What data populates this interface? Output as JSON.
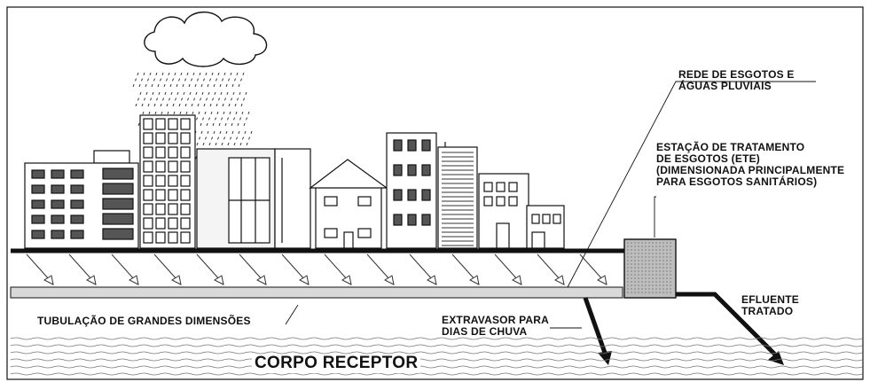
{
  "labels": {
    "sewer_network": "REDE DE ESGOTOS E\nÁGUAS PLUVIAIS",
    "treatment_plant": "ESTAÇÃO DE TRATAMENTO\nDE ESGOTOS (ETE)\n(DIMENSIONADA PRINCIPALMENTE\nPARA ESGOTOS SANITÁRIOS)",
    "effluent": "EFLUENTE\nTRATADO",
    "large_pipe": "TUBULAÇÃO DE GRANDES DIMENSÕES",
    "overflow": "EXTRAVASOR PARA\nDIAS DE CHUVA",
    "receiving_body": "CORPO RECEPTOR"
  },
  "colors": {
    "ink": "#111111",
    "pipe_fill": "#d9d9d9",
    "ete_fill": "#bdbdbd",
    "window_fill": "#5a5a5a",
    "wall_fill": "#f2f2f2"
  }
}
